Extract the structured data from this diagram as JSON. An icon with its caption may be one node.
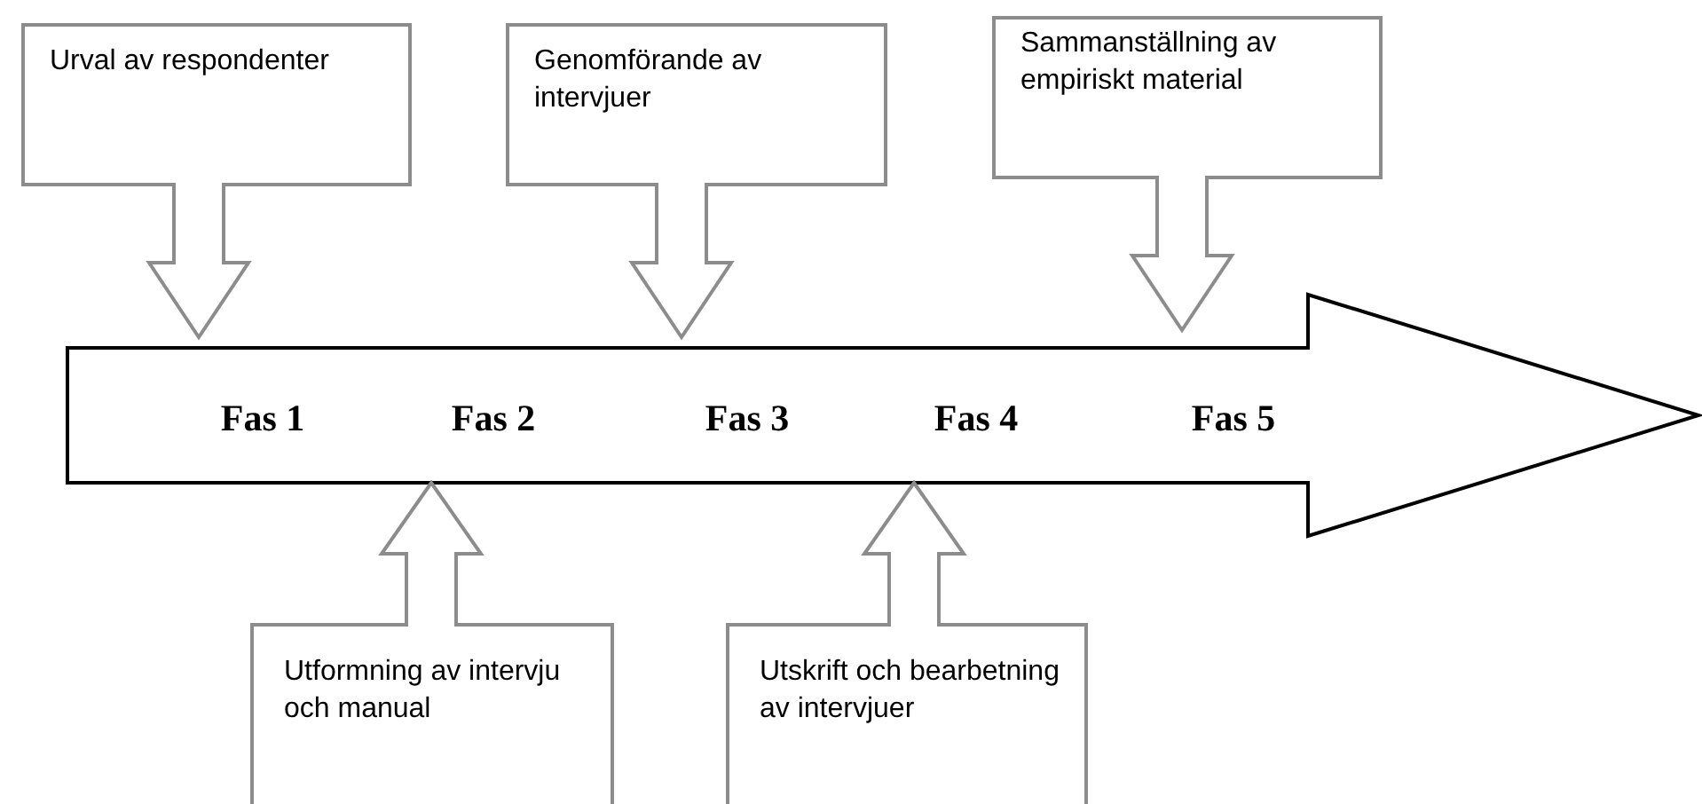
{
  "diagram": {
    "nodes": [
      {
        "text": [
          "Urval av respondenter"
        ]
      },
      {
        "text": [
          "Genomförande av intervjuer"
        ]
      },
      {
        "text": [
          "Sammanställning av empiriskt material"
        ]
      },
      {
        "text": [
          "Fas 1",
          "Fas 2",
          "Fas 3",
          "Fas 4",
          "Fas 5"
        ]
      },
      {
        "text": [
          "Utformning av intervju och manual"
        ]
      },
      {
        "text": [
          "Utskrift och bearbetning av intervjuer"
        ]
      }
    ]
  }
}
